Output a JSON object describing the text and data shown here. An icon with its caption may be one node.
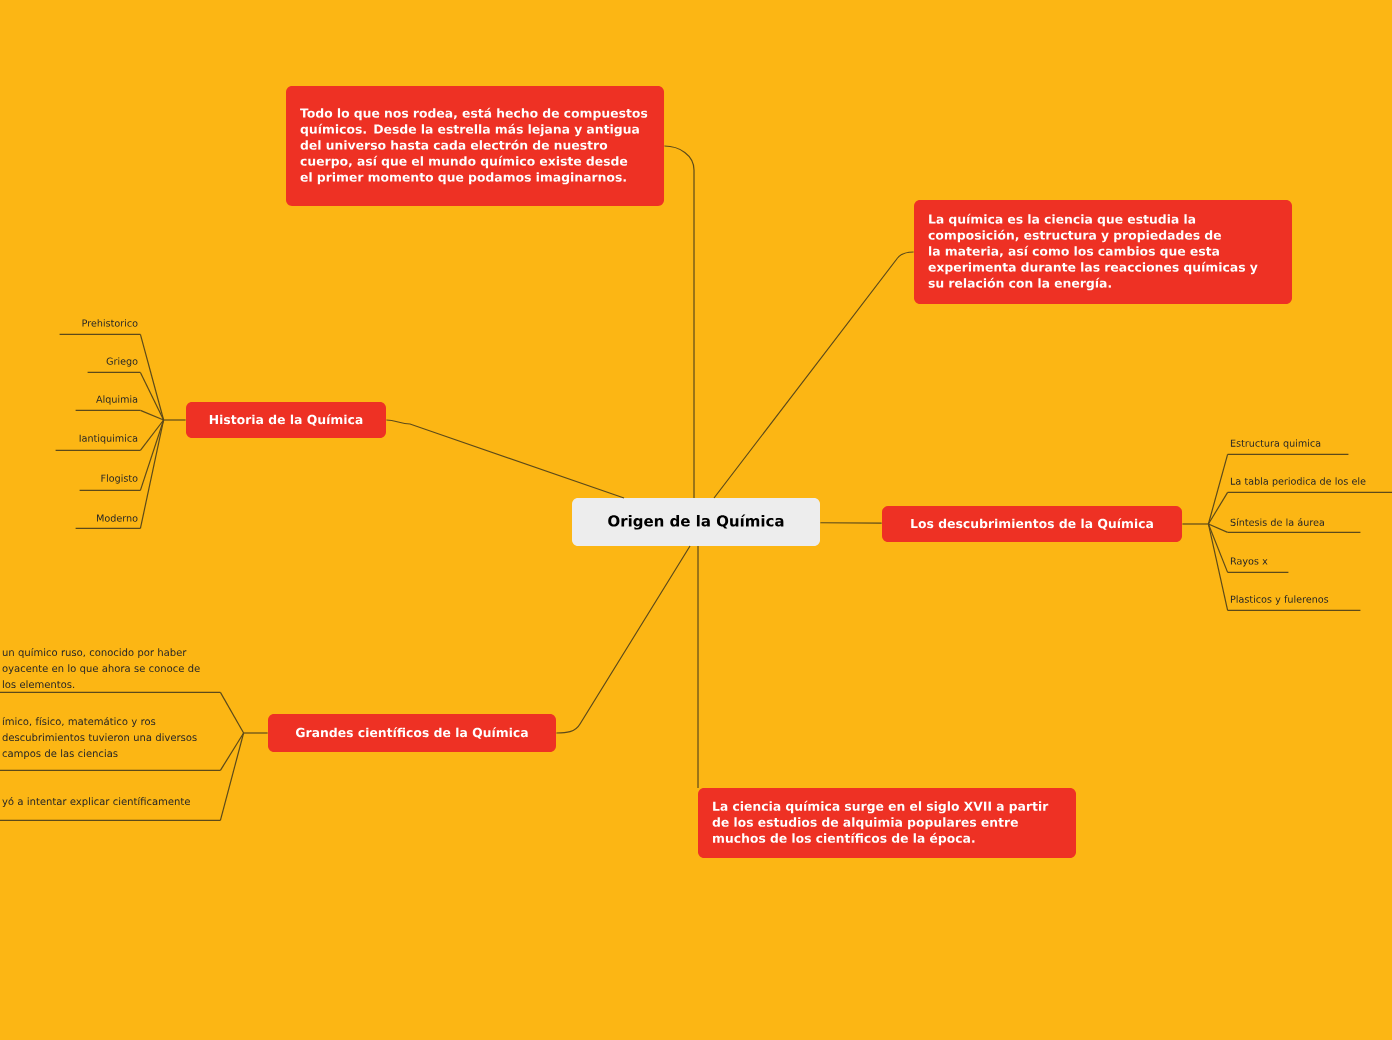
{
  "diagram": {
    "nodes": [
      {
        "text": [
          "Origen de la Química"
        ]
      },
      {
        "text": [
          "Todo lo que nos rodea, está hecho de compuestos químicos. Desde la estrella más lejana y antigua del universo hasta cada electrón de nuestro cuerpo, así que el mundo químico existe desde el primer momento que podamos imaginarnos."
        ]
      },
      {
        "text": [
          "La química es la ciencia que estudia la composición, estructura y propiedades de la materia, así como los cambios que esta experimenta durante las reacciones químicas y su relación con la energía."
        ]
      },
      {
        "text": [
          "Historia de la Química"
        ]
      },
      {
        "text": [
          "Prehistorico"
        ]
      },
      {
        "text": [
          "Griego"
        ]
      },
      {
        "text": [
          "Alquimia"
        ]
      },
      {
        "text": [
          "Iantiquimica"
        ]
      },
      {
        "text": [
          "Flogisto"
        ]
      },
      {
        "text": [
          "Moderno"
        ]
      },
      {
        "text": [
          "Los descubrimientos de la Química"
        ]
      },
      {
        "text": [
          "Estructura quimica"
        ]
      },
      {
        "text": [
          "La tabla periodica de los ele"
        ]
      },
      {
        "text": [
          "Síntesis de la áurea"
        ]
      },
      {
        "text": [
          "Rayos x"
        ]
      },
      {
        "text": [
          "Plasticos y fulerenos"
        ]
      },
      {
        "text": [
          "Grandes científicos de la Química"
        ]
      },
      {
        "text": [
          "un químico ruso, conocido por haber oyacente en lo que ahora se conoce de los elementos."
        ]
      },
      {
        "text": [
          "ímico, físico, matemático y ros descubrimientos tuvieron una diversos campos de las ciencias"
        ]
      },
      {
        "text": [
          "yó a intentar explicar científicamente"
        ]
      },
      {
        "text": [
          "La ciencia química surge en el siglo XVII a partir de los estudios de alquimia populares entre muchos de los científicos de la época."
        ]
      }
    ],
    "edges": [
      {
        "from": 0,
        "to": 1,
        "arrow": "none"
      },
      {
        "from": 0,
        "to": 2,
        "arrow": "none"
      },
      {
        "from": 0,
        "to": 3,
        "arrow": "none"
      },
      {
        "from": 0,
        "to": 10,
        "arrow": "none"
      },
      {
        "from": 0,
        "to": 16,
        "arrow": "none"
      },
      {
        "from": 0,
        "to": 20,
        "arrow": "none"
      },
      {
        "from": 3,
        "to": 4,
        "arrow": "none"
      },
      {
        "from": 3,
        "to": 5,
        "arrow": "none"
      },
      {
        "from": 3,
        "to": 6,
        "arrow": "none"
      },
      {
        "from": 3,
        "to": 7,
        "arrow": "none"
      },
      {
        "from": 3,
        "to": 8,
        "arrow": "none"
      },
      {
        "from": 3,
        "to": 9,
        "arrow": "none"
      },
      {
        "from": 10,
        "to": 11,
        "arrow": "none"
      },
      {
        "from": 10,
        "to": 12,
        "arrow": "none"
      },
      {
        "from": 10,
        "to": 13,
        "arrow": "none"
      },
      {
        "from": 10,
        "to": 14,
        "arrow": "none"
      },
      {
        "from": 10,
        "to": 15,
        "arrow": "none"
      },
      {
        "from": 16,
        "to": 17,
        "arrow": "none"
      },
      {
        "from": 16,
        "to": 18,
        "arrow": "none"
      },
      {
        "from": 16,
        "to": 19,
        "arrow": "none"
      }
    ]
  }
}
